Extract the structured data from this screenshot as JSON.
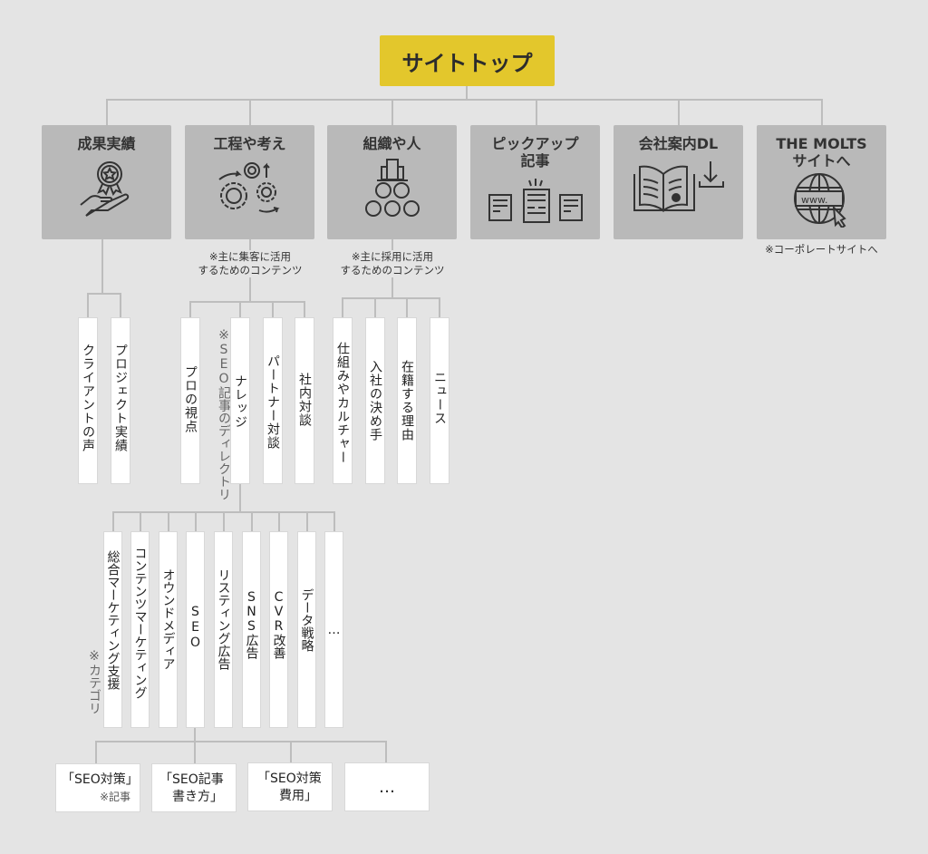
{
  "root": {
    "label": "サイトトップ",
    "color": "#e3c72c"
  },
  "categories": [
    {
      "label": "成果実績",
      "icon": "award-hand-icon",
      "note": ""
    },
    {
      "label": "工程や考え",
      "icon": "gears-icon",
      "note": "※主に集客に活用\nするためのコンテンツ"
    },
    {
      "label": "組織や人",
      "icon": "organization-icon",
      "note": "※主に採用に活用\nするためのコンテンツ"
    },
    {
      "label": "ピックアップ\n記事",
      "icon": "newspapers-icon",
      "note": ""
    },
    {
      "label": "会社案内DL",
      "icon": "brochure-download-icon",
      "note": ""
    },
    {
      "label": "THE MOLTS\nサイトへ",
      "icon": "globe-www-icon",
      "note": "※コーポレートサイトへ"
    }
  ],
  "results_children": [
    "クライアントの声",
    "プロジェクト実績"
  ],
  "process_children": [
    "プロの視点",
    "ナレッジ",
    "パートナー対談",
    "社内対談"
  ],
  "knowledge_note": "※SEO記事のディレクトリ",
  "org_children": [
    "仕組みやカルチャー",
    "入社の決め手",
    "在籍する理由",
    "ニュース"
  ],
  "category_note": "※カテゴリ",
  "knowledge_categories": [
    "総合マーケティング支援",
    "コンテンツマーケティング",
    "オウンドメディア",
    "SEO",
    "リスティング広告",
    "SNS広告",
    "CVR改善",
    "データ戦略",
    "…"
  ],
  "seo_articles": [
    {
      "line1": "「SEO対策」",
      "line2": "※記事"
    },
    {
      "line1": "「SEO記事",
      "line2": "書き方」"
    },
    {
      "line1": "「SEO対策",
      "line2": "費用」"
    },
    {
      "line1": "…",
      "line2": ""
    }
  ]
}
